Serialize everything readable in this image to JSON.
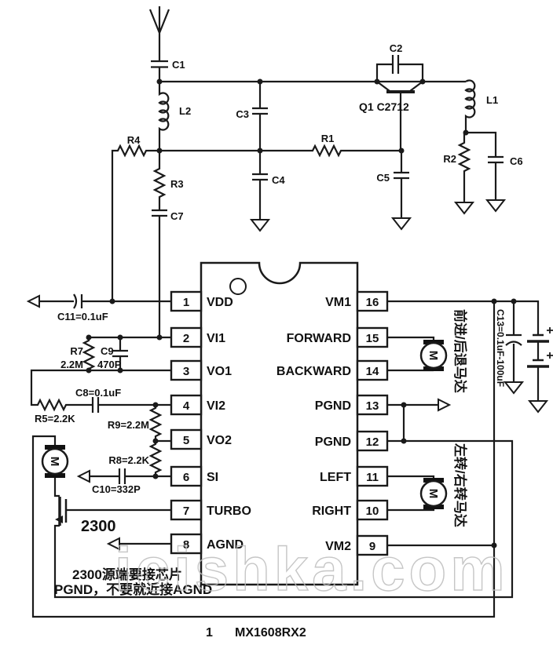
{
  "ic": {
    "part_number": "MX1608RX2",
    "figure_number": "1",
    "left_pins": [
      {
        "num": "1",
        "name": "VDD"
      },
      {
        "num": "2",
        "name": "VI1"
      },
      {
        "num": "3",
        "name": "VO1"
      },
      {
        "num": "4",
        "name": "VI2"
      },
      {
        "num": "5",
        "name": "VO2"
      },
      {
        "num": "6",
        "name": "SI"
      },
      {
        "num": "7",
        "name": "TURBO"
      },
      {
        "num": "8",
        "name": "AGND"
      }
    ],
    "right_pins": [
      {
        "num": "16",
        "name": "VM1"
      },
      {
        "num": "15",
        "name": "FORWARD"
      },
      {
        "num": "14",
        "name": "BACKWARD"
      },
      {
        "num": "13",
        "name": "PGND"
      },
      {
        "num": "12",
        "name": "PGND"
      },
      {
        "num": "11",
        "name": "LEFT"
      },
      {
        "num": "10",
        "name": "RIGHT"
      },
      {
        "num": "9",
        "name": "VM2"
      }
    ]
  },
  "labels": {
    "c1": "C1",
    "l2": "L2",
    "r4": "R4",
    "r3": "R3",
    "c7": "C7",
    "c3": "C3",
    "c4": "C4",
    "c2": "C2",
    "q1": "Q1 C2712",
    "r1": "R1",
    "c5": "C5",
    "l1": "L1",
    "r2": "R2",
    "c6": "C6",
    "c11": "C11=0.1uF",
    "r7_name": "R7",
    "r7_value": "2.2M",
    "c9_name": "C9",
    "c9_value": "470P",
    "c8": "C8=0.1uF",
    "r5": "R5=2.2K",
    "r9": "R9=2.2M",
    "r8": "R8=2.2K",
    "c10": "C10=332P",
    "mosfet": "2300",
    "c13": "C13=0.1uF-100uF",
    "motor": "M"
  },
  "annotations": {
    "motor1": "前进/后退马达",
    "motor2": "左转/右转马达",
    "note_line1": "2300源端要接芯片",
    "note_line2": "PGND，不要就近接AGND"
  },
  "watermark": "icishka.com",
  "colors": {
    "line": "#1a1a1a",
    "watermark": "#bdbdbd",
    "background": "#ffffff"
  }
}
